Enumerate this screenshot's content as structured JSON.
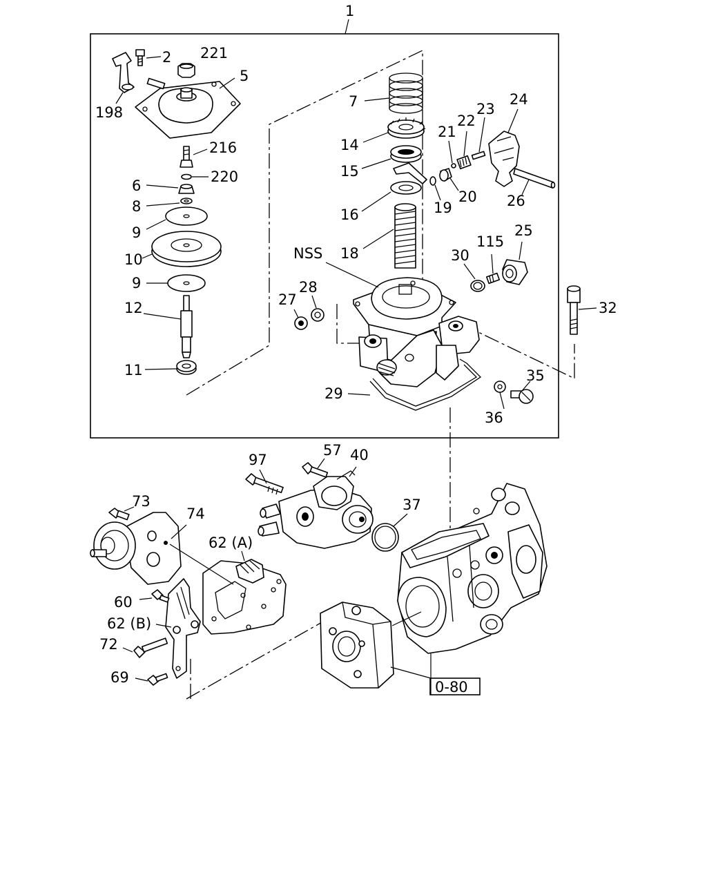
{
  "labels": {
    "l1": "1",
    "l2": "2",
    "l221": "221",
    "l5": "5",
    "l198": "198",
    "l216": "216",
    "l220": "220",
    "l6": "6",
    "l8": "8",
    "l9a": "9",
    "l10": "10",
    "l9b": "9",
    "l12": "12",
    "l11": "11",
    "l7": "7",
    "l14": "14",
    "l15": "15",
    "l16": "16",
    "l18": "18",
    "l19": "19",
    "l20": "20",
    "l21": "21",
    "l22": "22",
    "l23": "23",
    "l24": "24",
    "l26": "26",
    "l25": "25",
    "l115": "115",
    "l30": "30",
    "lNSS": "NSS",
    "l27": "27",
    "l28": "28",
    "l32": "32",
    "l29": "29",
    "l35": "35",
    "l36": "36",
    "l97": "97",
    "l57": "57",
    "l40": "40",
    "l37": "37",
    "l73": "73",
    "l74": "74",
    "l62A": "62 (A)",
    "l60": "60",
    "l62B": "62 (B)",
    "l72": "72",
    "l69": "69",
    "l080": "0-80"
  }
}
